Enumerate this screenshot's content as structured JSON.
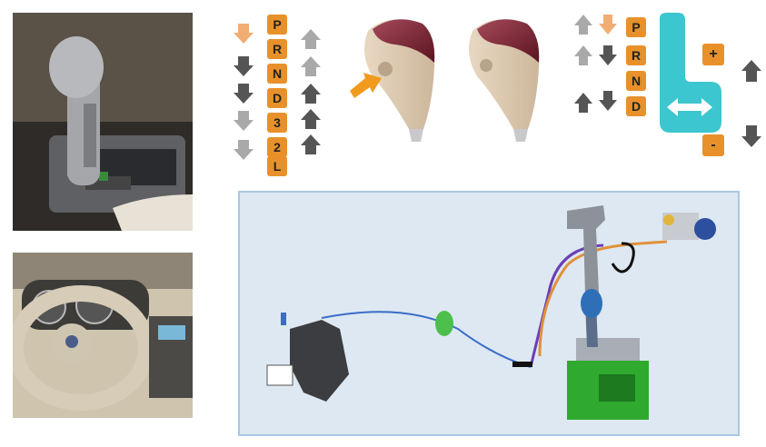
{
  "left_column": {
    "gear_letters": [
      "P",
      "R",
      "N",
      "D",
      "3",
      "2",
      "L"
    ]
  },
  "right_column": {
    "gear_letters": [
      "P",
      "R",
      "N",
      "D"
    ],
    "plus_label": "+",
    "minus_label": "-"
  },
  "colors": {
    "gear_badge": "#e8912a",
    "arrow_light": "#a9a9a9",
    "arrow_dark": "#555555",
    "arrow_highlight": "#f2ad73",
    "manual_gate": "#3cc6cf",
    "knob_red": "#7a1f2b",
    "knob_beige": "#d8c3a8"
  }
}
